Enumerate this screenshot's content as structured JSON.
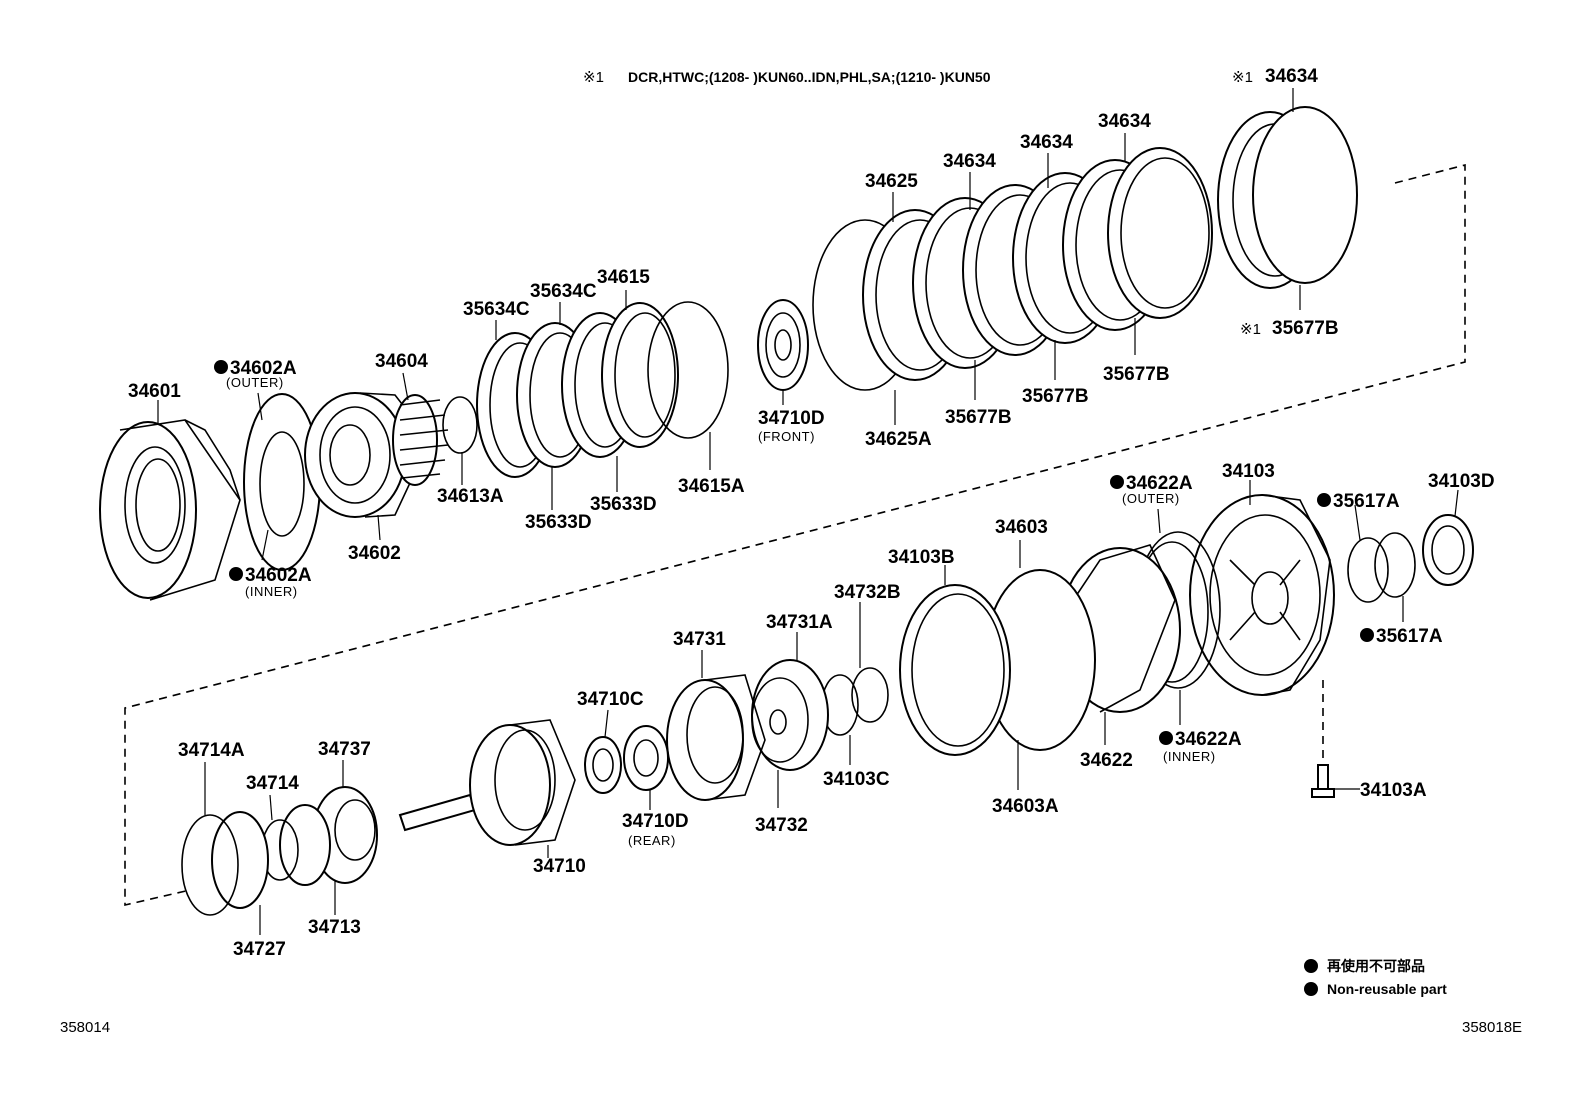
{
  "header": {
    "note_prefix": "※1",
    "note_text": "DCR,HTWC;(1208-        )KUN60..IDN,PHL,SA;(1210-        )KUN50"
  },
  "footer": {
    "left_code": "358014",
    "right_code": "358018E"
  },
  "legend": {
    "line1": "再使用不可部品",
    "line2": "Non-reusable part"
  },
  "labels": {
    "p34601": "34601",
    "p34602A_outer": "34602A",
    "p34602A_outer_sub": "(OUTER)",
    "p34602A_inner": "34602A",
    "p34602A_inner_sub": "(INNER)",
    "p34602": "34602",
    "p34604": "34604",
    "p34613A": "34613A",
    "p35634C_1": "35634C",
    "p35634C_2": "35634C",
    "p34615": "34615",
    "p35633D_1": "35633D",
    "p35633D_2": "35633D",
    "p34615A": "34615A",
    "p34710D_front": "34710D",
    "p34710D_front_sub": "(FRONT)",
    "p34625": "34625",
    "p34625A": "34625A",
    "p34634_1": "34634",
    "p34634_2": "34634",
    "p34634_3": "34634",
    "p34634_4_prefix": "※1",
    "p34634_4": "34634",
    "p35677B_1": "35677B",
    "p35677B_2": "35677B",
    "p35677B_3": "35677B",
    "p35677B_4_prefix": "※1",
    "p35677B_4": "35677B",
    "p34622A_outer": "34622A",
    "p34622A_outer_sub": "(OUTER)",
    "p34103": "34103",
    "p35617A_1": "35617A",
    "p34103D": "34103D",
    "p35617A_2": "35617A",
    "p34603": "34603",
    "p34103B": "34103B",
    "p34732B": "34732B",
    "p34731A": "34731A",
    "p34731": "34731",
    "p34710C": "34710C",
    "p34103C": "34103C",
    "p34622": "34622",
    "p34622A_inner": "34622A",
    "p34622A_inner_sub": "(INNER)",
    "p34603A": "34603A",
    "p34103A": "34103A",
    "p34732": "34732",
    "p34710D_rear": "34710D",
    "p34710D_rear_sub": "(REAR)",
    "p34710": "34710",
    "p34714A": "34714A",
    "p34714": "34714",
    "p34737": "34737",
    "p34727": "34727",
    "p34713": "34713"
  }
}
